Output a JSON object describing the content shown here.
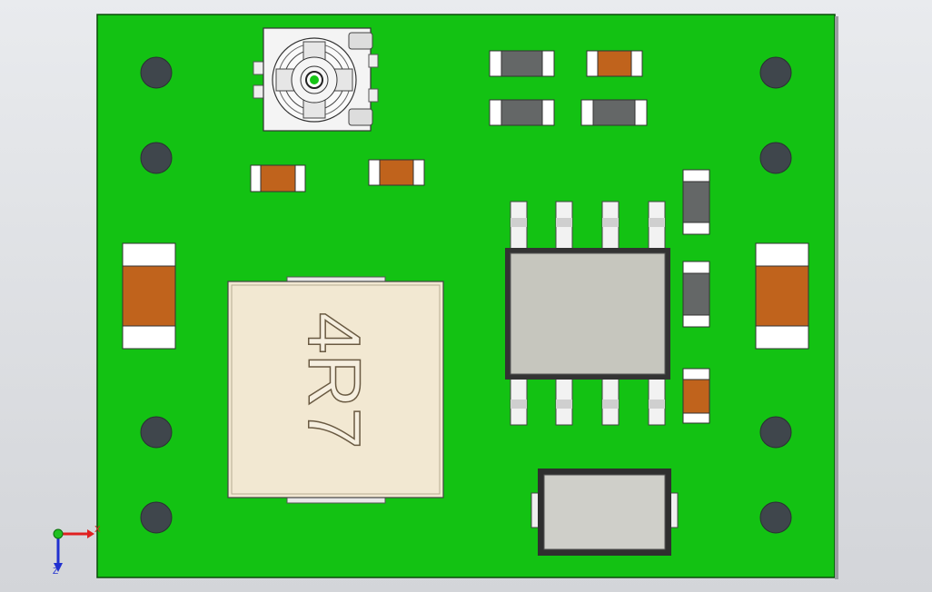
{
  "viewport": {
    "background": "#dcdee2"
  },
  "board": {
    "color": "#13c213",
    "outline": "#0b4a0b",
    "hole_color": "#3f464c"
  },
  "inductor": {
    "marking": "4R7",
    "body_color": "#f2e8d2"
  },
  "ic": {
    "body_color": "#c6c6be",
    "pin_count": 8
  },
  "diode": {
    "body_color": "#cfcfc9"
  },
  "resistor_colors": {
    "brown": "#c0631c",
    "grey": "#646767",
    "white": "#ffffff"
  },
  "triad": {
    "x_label": "X",
    "y_label": "",
    "z_label": "Z",
    "x_color": "#e02020",
    "y_color": "#20c020",
    "z_color": "#2030d0"
  }
}
